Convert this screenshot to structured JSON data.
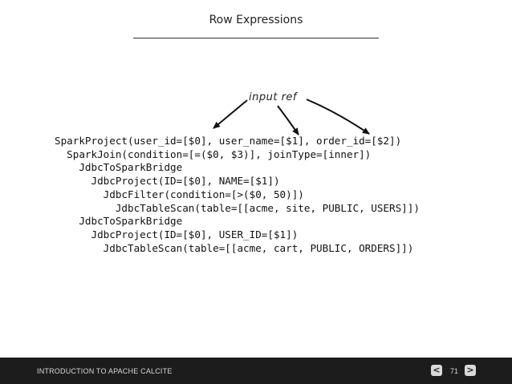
{
  "slide": {
    "title": "Row Expressions",
    "annotation": "input ref",
    "code_lines": [
      "SparkProject(user_id=[$0], user_name=[$1], order_id=[$2])",
      "  SparkJoin(condition=[=($0, $3)], joinType=[inner])",
      "    JdbcToSparkBridge",
      "      JdbcProject(ID=[$0], NAME=[$1])",
      "        JdbcFilter(condition=[>($0, 50)])",
      "          JdbcTableScan(table=[[acme, site, PUBLIC, USERS]])",
      "    JdbcToSparkBridge",
      "      JdbcProject(ID=[$0], USER_ID=[$1])",
      "        JdbcTableScan(table=[[acme, cart, PUBLIC, ORDERS]])"
    ]
  },
  "footer": {
    "title": "INTRODUCTION TO APACHE CALCITE",
    "page_number": "71",
    "prev_label": "<",
    "next_label": ">"
  }
}
